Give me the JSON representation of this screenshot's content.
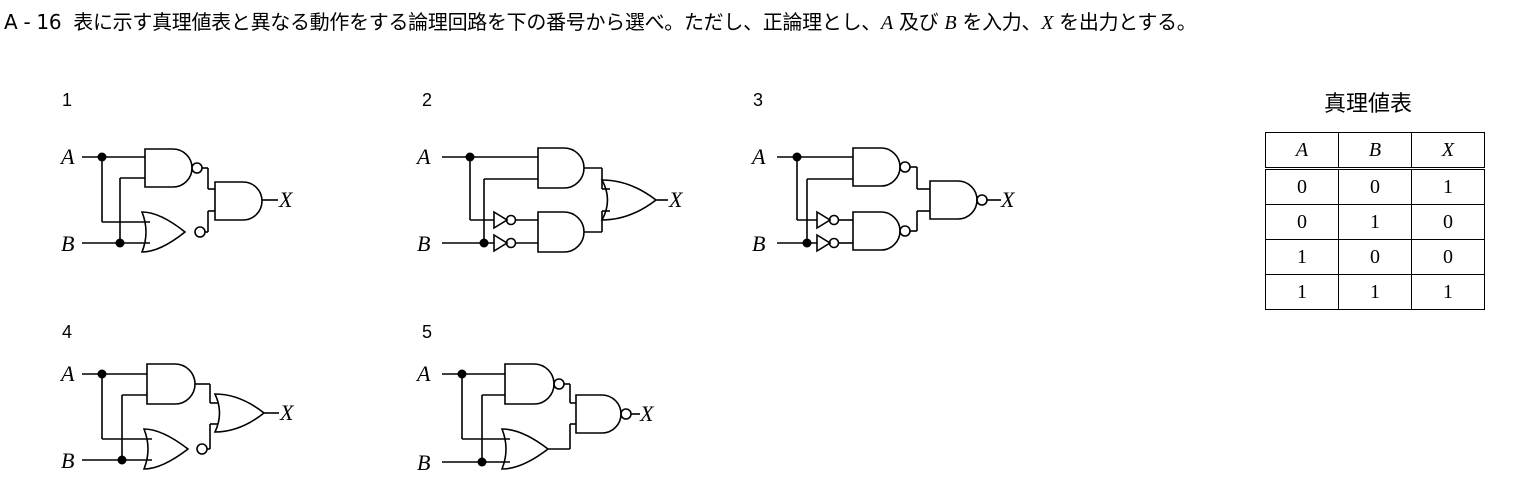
{
  "question": {
    "number": "A - 16",
    "text_1": "表に示す真理値表と異なる動作をする論理回路を下の番号から選べ。ただし、正論理とし、",
    "var_a": "A",
    "text_2": " 及び ",
    "var_b": "B",
    "text_3": " を入力、",
    "var_x": "X",
    "text_4": " を出力とする。"
  },
  "circuits": [
    {
      "number": "1",
      "input_a": "A",
      "input_b": "B",
      "output": "X"
    },
    {
      "number": "2",
      "input_a": "A",
      "input_b": "B",
      "output": "X"
    },
    {
      "number": "3",
      "input_a": "A",
      "input_b": "B",
      "output": "X"
    },
    {
      "number": "4",
      "input_a": "A",
      "input_b": "B",
      "output": "X"
    },
    {
      "number": "5",
      "input_a": "A",
      "input_b": "B",
      "output": "X"
    }
  ],
  "truth_table": {
    "title": "真理値表",
    "headers": [
      "A",
      "B",
      "X"
    ],
    "rows": [
      [
        "0",
        "0",
        "1"
      ],
      [
        "0",
        "1",
        "0"
      ],
      [
        "1",
        "0",
        "0"
      ],
      [
        "1",
        "1",
        "1"
      ]
    ]
  }
}
